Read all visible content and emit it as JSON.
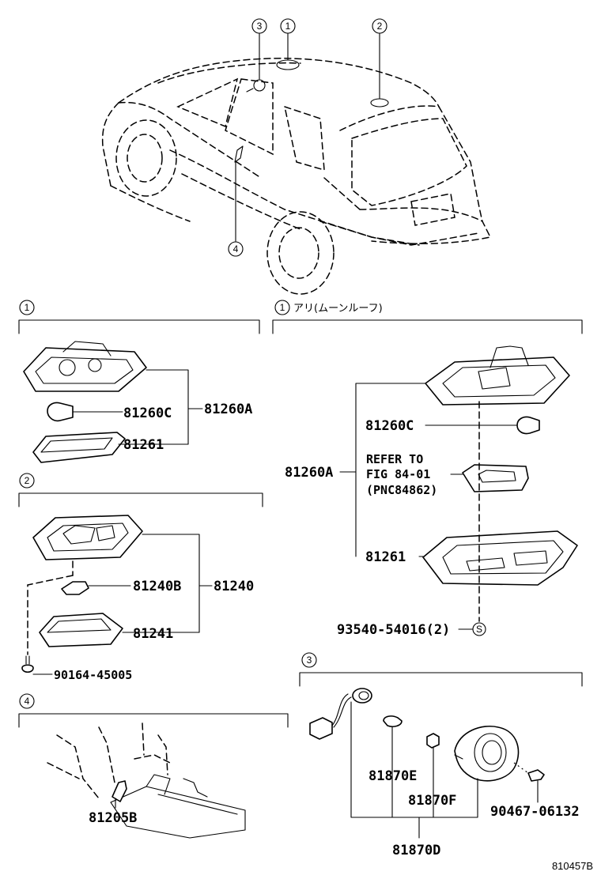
{
  "callouts": {
    "c1": "1",
    "c2": "2",
    "c3": "3",
    "c4": "4",
    "screw": "S"
  },
  "sections": {
    "s1_note": "アリ(ムーンルーフ)"
  },
  "labels": {
    "p81260C_a": "81260C",
    "p81260A_a": "81260A",
    "p81261_a": "81261",
    "p81260A_b": "81260A",
    "p81260C_b": "81260C",
    "refer1": "REFER TO",
    "refer2": "FIG 84-01",
    "refer3": "(PNC84862)",
    "p81261_b": "81261",
    "p93540": "93540-54016(2)",
    "p81240B": "81240B",
    "p81240": "81240",
    "p81241": "81241",
    "p90164": "90164-45005",
    "p81870E": "81870E",
    "p81870F": "81870F",
    "p90467": "90467-06132",
    "p81870D": "81870D",
    "p81205B": "81205B"
  },
  "figure_id": "810457B"
}
